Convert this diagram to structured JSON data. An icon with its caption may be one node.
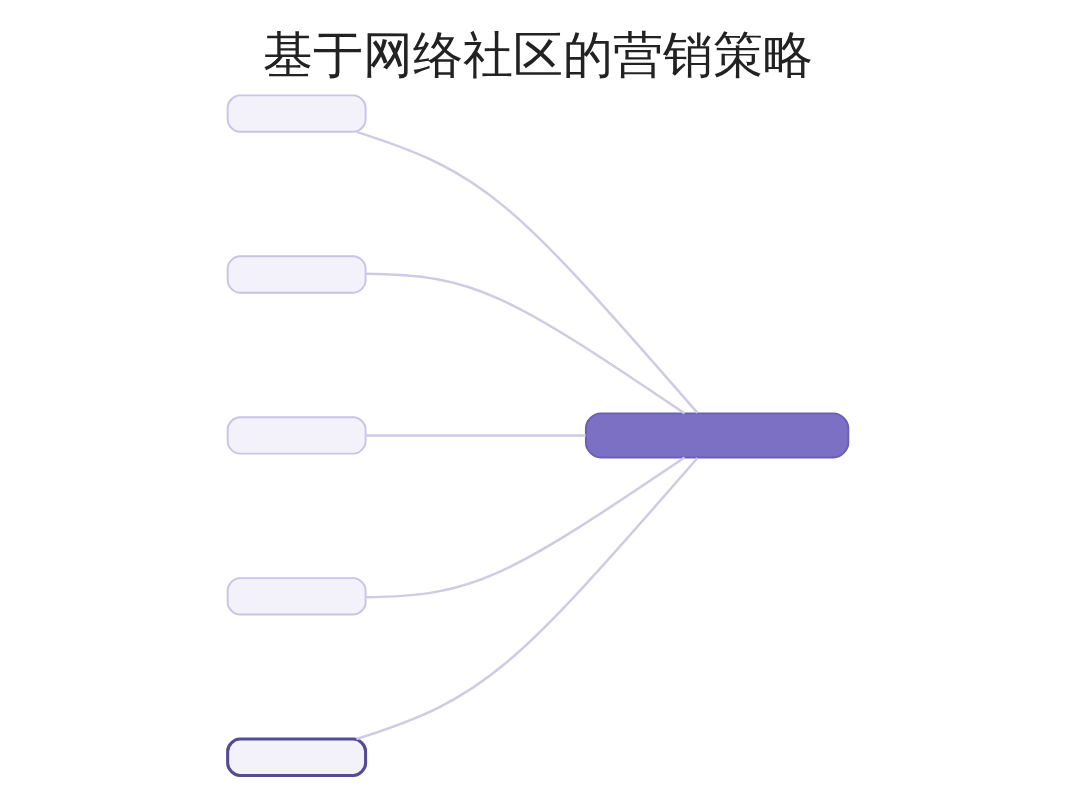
{
  "diagram": {
    "title": "基于网络社区的营销策略",
    "nodes": [
      {
        "text": [],
        "shape": "box"
      },
      {
        "text": [],
        "shape": "box"
      },
      {
        "text": [],
        "shape": "box"
      },
      {
        "text": [],
        "shape": "box"
      },
      {
        "text": [],
        "shape": "box"
      },
      {
        "text": [],
        "shape": "box"
      }
    ],
    "edges": [
      {
        "from": 0,
        "to": 1,
        "arrow": "none"
      },
      {
        "from": 0,
        "to": 2,
        "arrow": "none"
      },
      {
        "from": 0,
        "to": 3,
        "arrow": "none"
      },
      {
        "from": 0,
        "to": 4,
        "arrow": "none"
      },
      {
        "from": 0,
        "to": 5,
        "arrow": "none"
      }
    ]
  }
}
